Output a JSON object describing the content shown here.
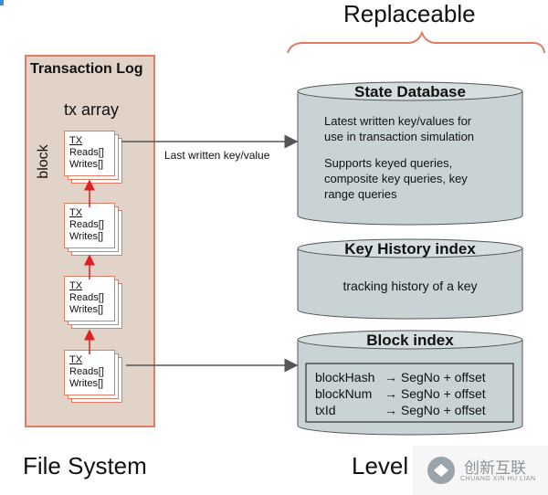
{
  "header": {
    "replaceable": "Replaceable"
  },
  "transaction_log": {
    "title": "Transaction Log",
    "tx_array": "tx array",
    "block_label": "block",
    "tx_cards": [
      {
        "title": "TX",
        "reads": "Reads[]",
        "writes": "Writes[]"
      },
      {
        "title": "TX",
        "reads": "Reads[]",
        "writes": "Writes[]"
      },
      {
        "title": "TX",
        "reads": "Reads[]",
        "writes": "Writes[]"
      },
      {
        "title": "TX",
        "reads": "Reads[]",
        "writes": "Writes[]"
      }
    ]
  },
  "arrow_label": "Last written key/value",
  "state_database": {
    "title": "State Database",
    "line1": "Latest written key/values for",
    "line2": "use in transaction simulation",
    "line3": "Supports keyed queries,",
    "line4": "composite key queries, key",
    "line5": "range queries"
  },
  "key_history": {
    "title": "Key History index",
    "text": "tracking history of a key"
  },
  "block_index": {
    "title": "Block index",
    "rows": [
      {
        "key": "blockHash",
        "value": "SegNo + offset"
      },
      {
        "key": "blockNum",
        "value": "SegNo + offset"
      },
      {
        "key": "txId",
        "value": "SegNo + offset"
      }
    ]
  },
  "footer": {
    "file_system": "File System",
    "level": "Level"
  },
  "watermark": {
    "text": "创新互联",
    "sub": "CHUANG XIN HU LIAN"
  },
  "colors": {
    "panel_bg": "#e2d3c8",
    "panel_border": "#e07c63",
    "db_fill": "#c9d3d6",
    "bracket": "#e07c63",
    "arrow_red": "#e02020"
  }
}
